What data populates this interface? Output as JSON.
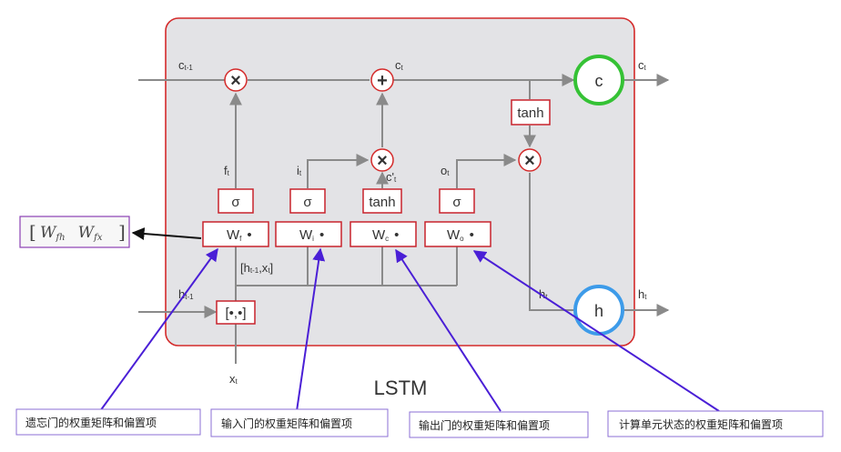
{
  "diagram": {
    "title": "LSTM",
    "colors": {
      "cell_fill": "#e3e3e6",
      "cell_border": "#d42a2a",
      "arrow_gray": "#8a8a8a",
      "annotation_blue": "#4a1fd6",
      "c_circle": "#35c235",
      "h_circle": "#3d9be9",
      "box_border": "#c8232c"
    },
    "labels": {
      "c_prev": "c",
      "c_prev_sub": "t-1",
      "c_t_top": "c",
      "c_t_top_sub": "t",
      "c_out": "c",
      "c_out_sub": "t",
      "h_prev": "h",
      "h_prev_sub": "t-1",
      "h_inner": "h",
      "h_inner_sub": "t",
      "h_out": "h",
      "h_out_sub": "t",
      "x_t": "x",
      "x_t_sub": "t",
      "f_t": "f",
      "f_t_sub": "t",
      "i_t": "i",
      "i_t_sub": "t",
      "o_t": "o",
      "o_t_sub": "t",
      "c_tilde": "c'",
      "c_tilde_sub": "t",
      "concat": "[h",
      "concat_sub": "t-1",
      "concat_rest": ",x",
      "concat_sub2": "t",
      "concat_end": "]"
    },
    "nodes": {
      "c_circle": "c",
      "h_circle": "h",
      "times": "×",
      "plus": "+",
      "sigma": "σ",
      "tanh": "tanh",
      "concat_box": "[•,•]"
    },
    "weights": {
      "wf": "W",
      "wf_sub": "f",
      "wi": "W",
      "wi_sub": "i",
      "wc": "W",
      "wc_sub": "c",
      "wo": "W",
      "wo_sub": "o",
      "dot": "•"
    },
    "matrix": {
      "w1": "W",
      "w1_sub": "fh",
      "w2": "W",
      "w2_sub": "fx"
    },
    "annotations": {
      "forget": "遗忘门的权重矩阵和偏置项",
      "input": "输入门的权重矩阵和偏置项",
      "output": "输出门的权重矩阵和偏置项",
      "cell": "计算单元状态的权重矩阵和偏置项"
    }
  }
}
